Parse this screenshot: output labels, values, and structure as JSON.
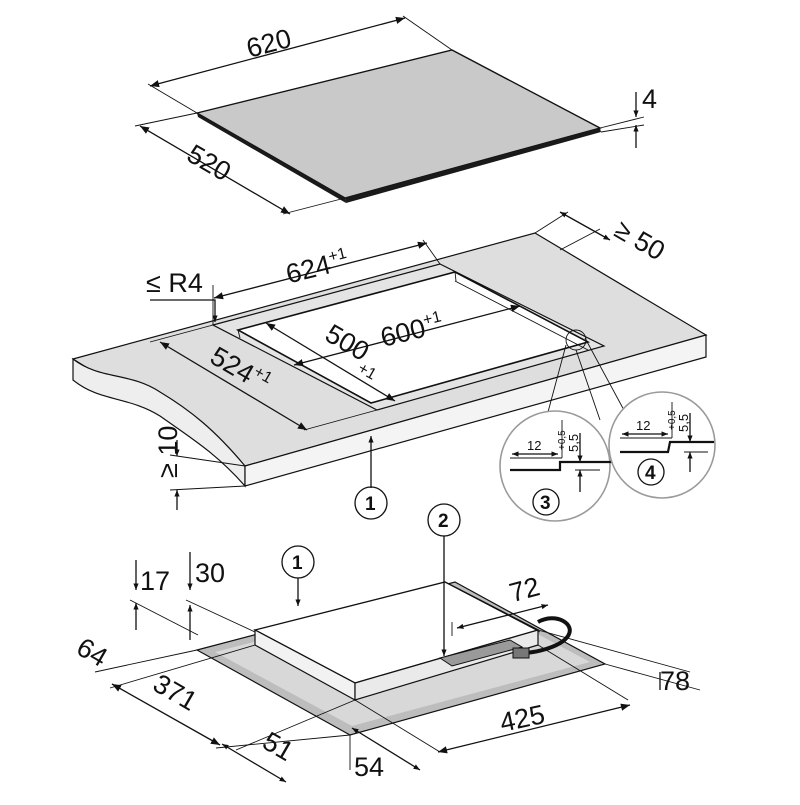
{
  "diagram": {
    "top_plate": {
      "width": "620",
      "depth": "520",
      "thickness": "4"
    },
    "cutout": {
      "length": "624",
      "length_tol": "+1",
      "depth": "524",
      "depth_tol": "+1",
      "inner_length": "600",
      "inner_length_tol": "+1",
      "inner_depth": "500",
      "inner_depth_tol": "+1",
      "corner_radius": "≤ R4",
      "rear_clearance": "≥ 50",
      "front_clearance": "≥ 10"
    },
    "detail_3": {
      "number": "3",
      "width": "12",
      "height": "5,5",
      "tol": "+0,5"
    },
    "detail_4": {
      "number": "4",
      "width": "12",
      "height": "5,5",
      "tol": "+0,5"
    },
    "callouts": {
      "c1": "1",
      "c2": "2"
    },
    "bottom": {
      "height_17": "17",
      "height_30": "30",
      "d64": "64",
      "d371": "371",
      "d51": "51",
      "d54": "54",
      "d425": "425",
      "d78": "78",
      "d72": "72"
    }
  },
  "colors": {
    "plate": "#c9c9c9",
    "counter": "#dedede",
    "line": "#111111",
    "box": "#9a9a9a"
  }
}
